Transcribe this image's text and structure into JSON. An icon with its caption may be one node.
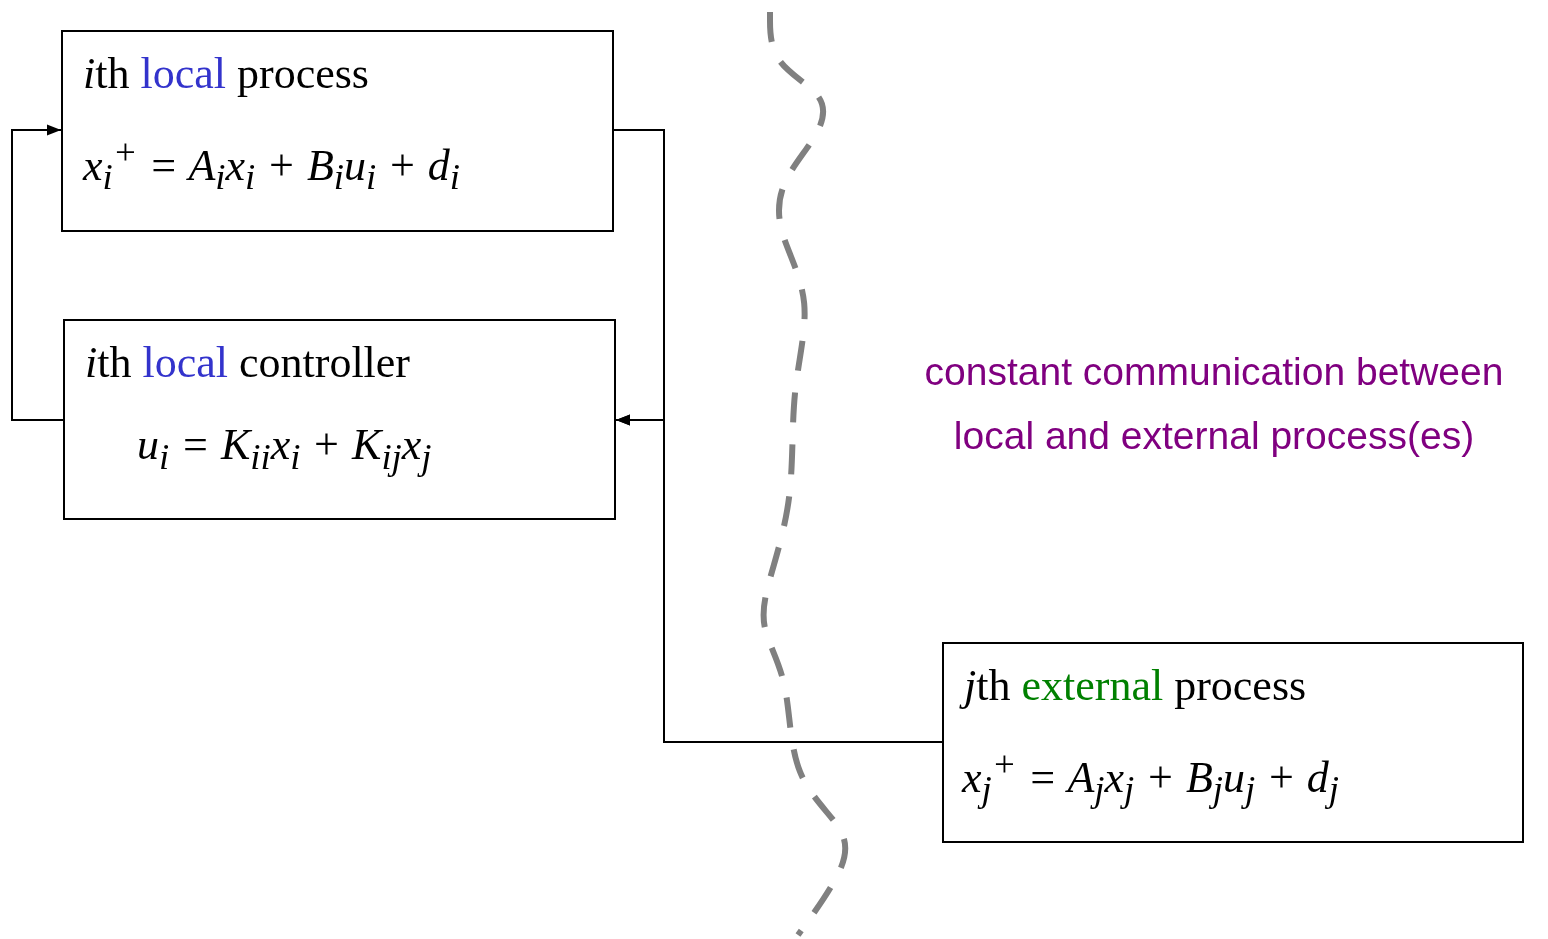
{
  "diagram": {
    "nodes": [
      {
        "text": [
          "ith local process",
          "*x*$_{i}$$^{+}$ = *A*$_{i}$*x*$_{i}$ + *B*$_{i}$*u*$_{i}$ + *d*$_{i}$"
        ]
      },
      {
        "text": [
          "ith local controller",
          "*u*$_{i}$ = *K*$_{ii}$*x*$_{i}$ + *K*$_{ij}$*x*$_{j}$"
        ]
      },
      {
        "text": [
          "jth external process",
          "*x*$_{j}$$^{+}$ = *A*$_{j}$*x*$_{j}$ + *B*$_{j}$*u*$_{j}$ + *d*$_{j}$"
        ]
      }
    ],
    "edges": [
      {
        "from": 0,
        "to": 1,
        "arrow": "to"
      },
      {
        "from": 1,
        "to": 0,
        "arrow": "to"
      },
      {
        "from": 2,
        "to": 1,
        "arrow": "to"
      }
    ],
    "labels": [
      "constant communication between local and external process(es)"
    ]
  }
}
